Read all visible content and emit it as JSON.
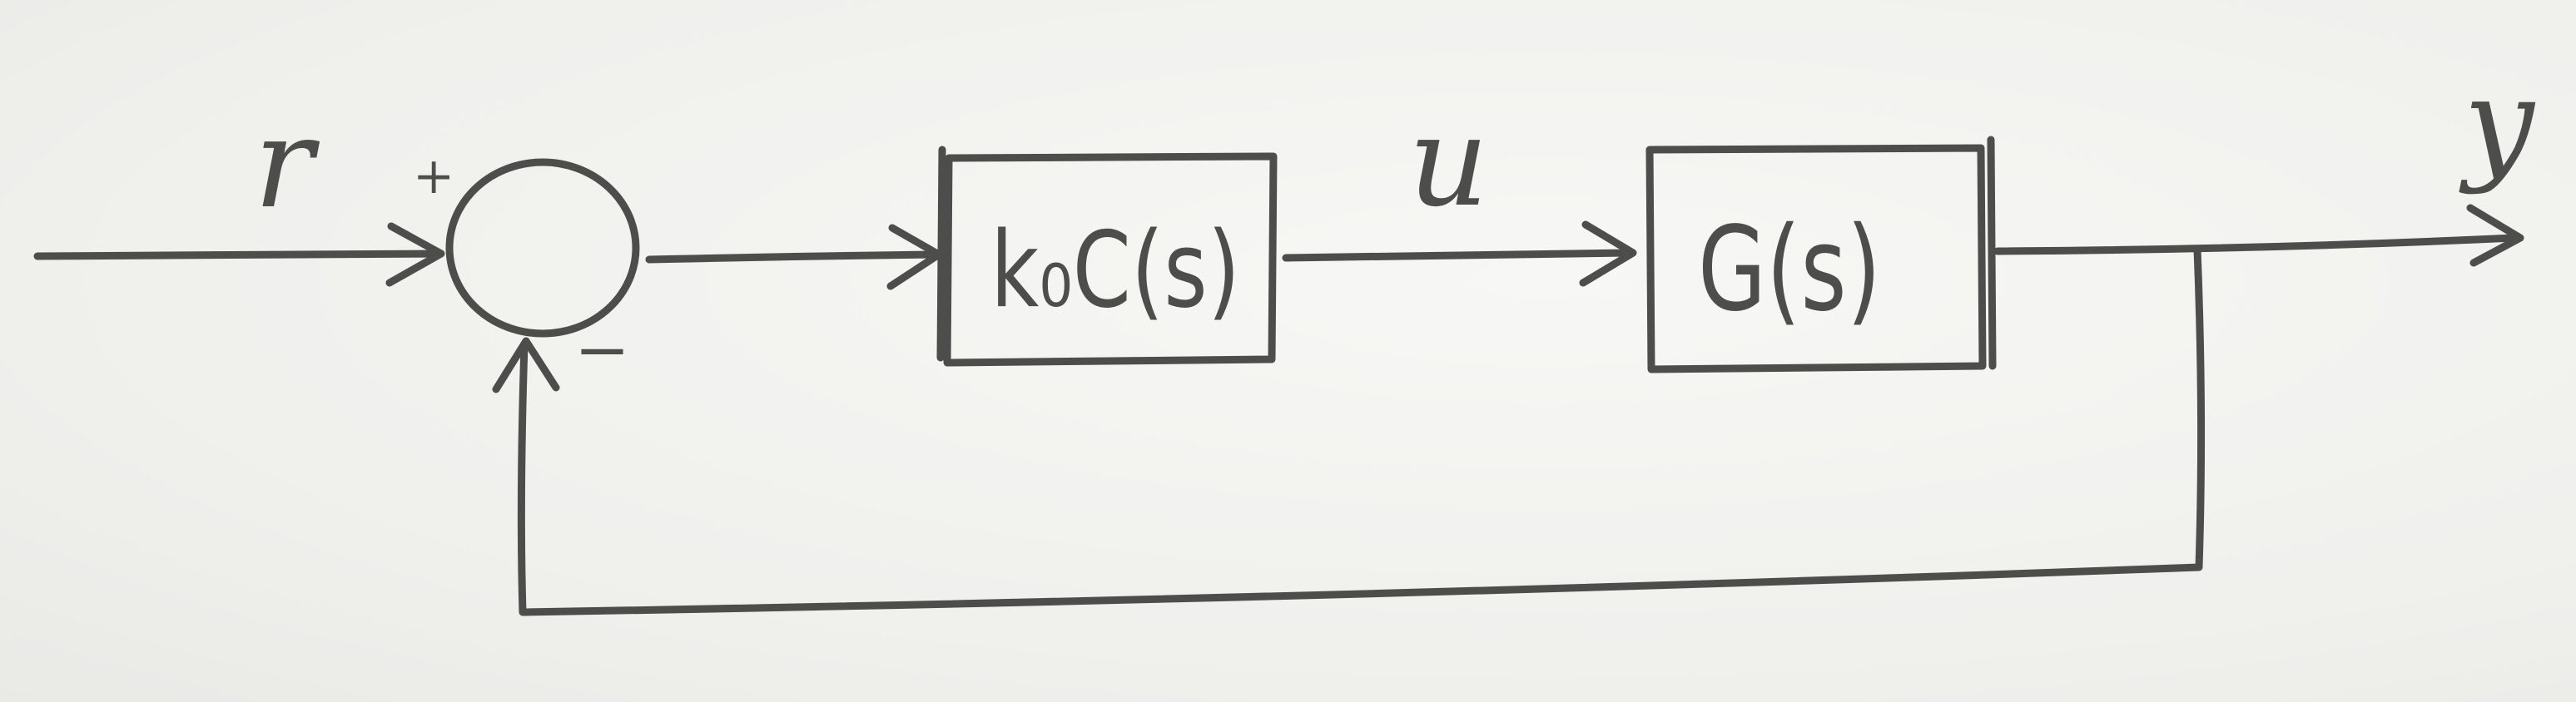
{
  "signals": {
    "reference": "r",
    "control": "u",
    "output": "y"
  },
  "summing_junction": {
    "plus_sign": "+",
    "minus_sign": "−"
  },
  "blocks": {
    "controller": "k₀C(s)",
    "plant": "G(s)"
  },
  "colors": {
    "ink": "#4d4d4b",
    "paper": "#f3f3f1"
  }
}
